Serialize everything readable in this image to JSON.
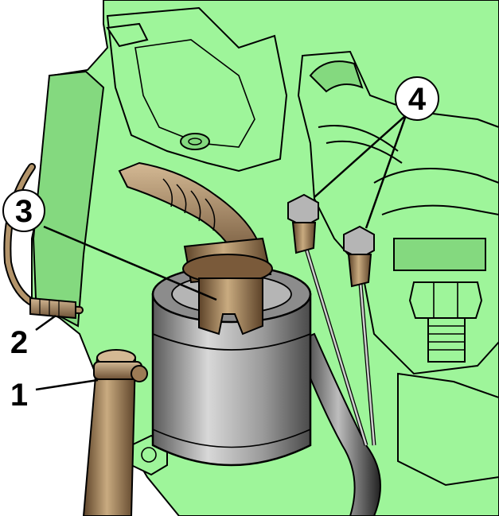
{
  "figure": {
    "colors": {
      "engine": "#9ef59a",
      "engine_shadow": "#84d97f",
      "outline": "#000000",
      "part_fill": "#a8a8a8",
      "part_dark": "#6b6b6b",
      "bronze": "#b3946a",
      "bronze_dark": "#6e5236",
      "background": "#ffffff"
    },
    "callouts": [
      {
        "id": "1",
        "label": "1"
      },
      {
        "id": "2",
        "label": "2"
      },
      {
        "id": "3",
        "label": "3"
      },
      {
        "id": "4",
        "label": "4"
      }
    ]
  }
}
